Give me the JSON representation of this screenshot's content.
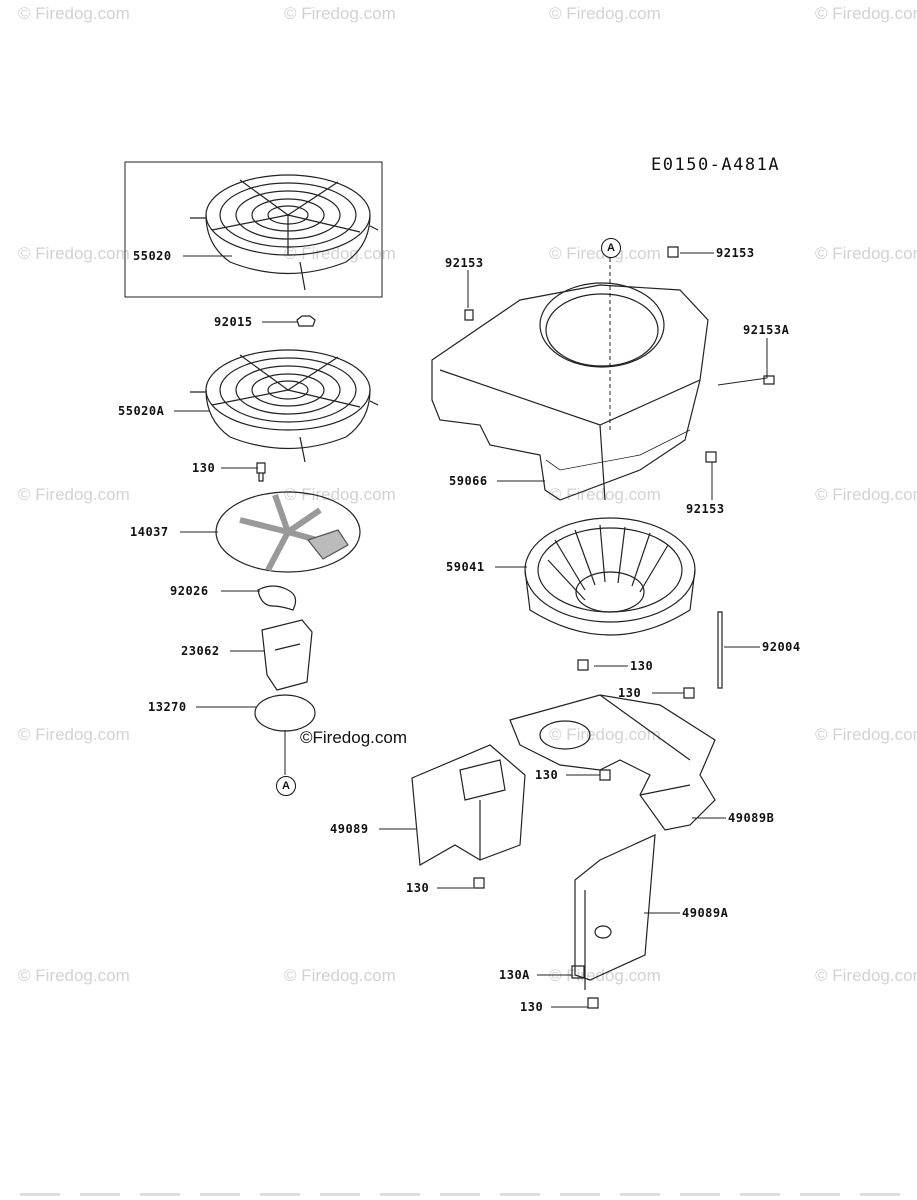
{
  "diagram": {
    "code": "E0150-A481A",
    "inline_watermark": "©Firedog.com",
    "reference_marker": "A",
    "watermark_text": "© Firedog.com",
    "parts": [
      {
        "id": "p55020",
        "label": "55020"
      },
      {
        "id": "p92015",
        "label": "92015"
      },
      {
        "id": "p55020A",
        "label": "55020A"
      },
      {
        "id": "p130a",
        "label": "130"
      },
      {
        "id": "p14037",
        "label": "14037"
      },
      {
        "id": "p92026",
        "label": "92026"
      },
      {
        "id": "p23062",
        "label": "23062"
      },
      {
        "id": "p13270",
        "label": "13270"
      },
      {
        "id": "p92153a",
        "label": "92153"
      },
      {
        "id": "p92153b",
        "label": "92153"
      },
      {
        "id": "p92153A",
        "label": "92153A"
      },
      {
        "id": "p59066",
        "label": "59066"
      },
      {
        "id": "p92153c",
        "label": "92153"
      },
      {
        "id": "p59041",
        "label": "59041"
      },
      {
        "id": "p92004",
        "label": "92004"
      },
      {
        "id": "p130b",
        "label": "130"
      },
      {
        "id": "p130c",
        "label": "130"
      },
      {
        "id": "p130d",
        "label": "130"
      },
      {
        "id": "p49089",
        "label": "49089"
      },
      {
        "id": "p49089B",
        "label": "49089B"
      },
      {
        "id": "p130e",
        "label": "130"
      },
      {
        "id": "p49089A",
        "label": "49089A"
      },
      {
        "id": "p130A",
        "label": "130A"
      },
      {
        "id": "p130f",
        "label": "130"
      }
    ]
  }
}
